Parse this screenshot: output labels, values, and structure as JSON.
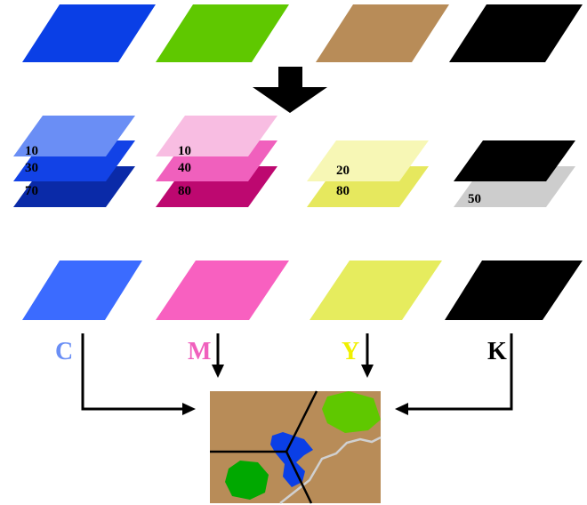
{
  "source_colors": [
    {
      "name": "blue",
      "color": "#0a3fe6"
    },
    {
      "name": "green",
      "color": "#5fc800"
    },
    {
      "name": "tan",
      "color": "#b88c58"
    },
    {
      "name": "black",
      "color": "#000000"
    }
  ],
  "separations": {
    "cyan": [
      {
        "value": "10",
        "color": "#6a8ef5"
      },
      {
        "value": "30",
        "color": "#1242e6"
      },
      {
        "value": "70",
        "color": "#0a2aa8"
      }
    ],
    "magenta": [
      {
        "value": "10",
        "color": "#f8bde2"
      },
      {
        "value": "40",
        "color": "#f060bd"
      },
      {
        "value": "80",
        "color": "#bd0870"
      }
    ],
    "yellow": [
      {
        "value": "20",
        "color": "#f7f7b5"
      },
      {
        "value": "80",
        "color": "#e6e85e"
      }
    ],
    "black": [
      {
        "value": "",
        "color": "#000000"
      },
      {
        "value": "50",
        "color": "#cdcdcd"
      }
    ]
  },
  "plates": [
    {
      "label": "C",
      "plate_color": "#3b6bff",
      "label_color": "#6a8ef5"
    },
    {
      "label": "M",
      "plate_color": "#f860c0",
      "label_color": "#f060bd"
    },
    {
      "label": "Y",
      "plate_color": "#e6ec5e",
      "label_color": "#f0f000"
    },
    {
      "label": "K",
      "plate_color": "#000000",
      "label_color": "#000000"
    }
  ],
  "map": {
    "background": "#b88c58",
    "blue_region": "#0a3fe6",
    "green_region": "#00a800",
    "green_region_2": "#5fc800",
    "road": "#d0d0d0",
    "border": "#000000"
  }
}
